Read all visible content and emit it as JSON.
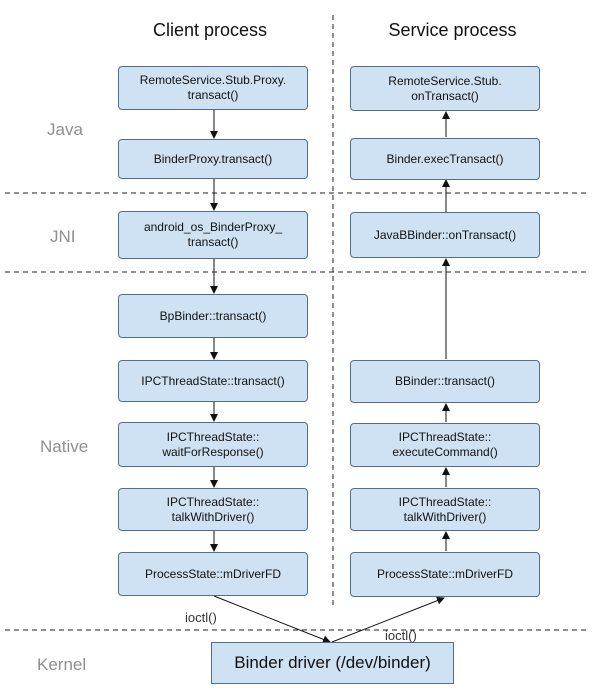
{
  "headers": {
    "client": "Client process",
    "service": "Service process"
  },
  "layers": {
    "java": "Java",
    "jni": "JNI",
    "native": "Native",
    "kernel": "Kernel"
  },
  "client_boxes": {
    "stub_proxy_transact": "RemoteService.Stub.Proxy.\ntransact()",
    "binder_proxy_transact": "BinderProxy.transact()",
    "jni_binder_proxy_transact": "android_os_BinderProxy_\ntransact()",
    "bp_binder_transact": "BpBinder::transact()",
    "ipc_transact": "IPCThreadState::transact()",
    "ipc_wait_for_response": "IPCThreadState::\nwaitForResponse()",
    "ipc_talk_with_driver": "IPCThreadState::\ntalkWithDriver()",
    "process_state_driver_fd": "ProcessState::mDriverFD"
  },
  "service_boxes": {
    "stub_on_transact": "RemoteService.Stub.\nonTransact()",
    "binder_exec_transact": "Binder.execTransact()",
    "java_bbinder_on_transact": "JavaBBinder::onTransact()",
    "bbinder_transact": "BBinder::transact()",
    "ipc_execute_command": "IPCThreadState::\nexecuteCommand()",
    "ipc_talk_with_driver": "IPCThreadState::\ntalkWithDriver()",
    "process_state_driver_fd": "ProcessState::mDriverFD"
  },
  "kernel": {
    "driver": "Binder driver (/dev/binder)",
    "ioctl_client": "ioctl()",
    "ioctl_service": "ioctl()"
  },
  "colors": {
    "box_fill": "#cfe2f3",
    "box_border": "#4f6f8f",
    "layer_label": "#8f8f8f"
  }
}
